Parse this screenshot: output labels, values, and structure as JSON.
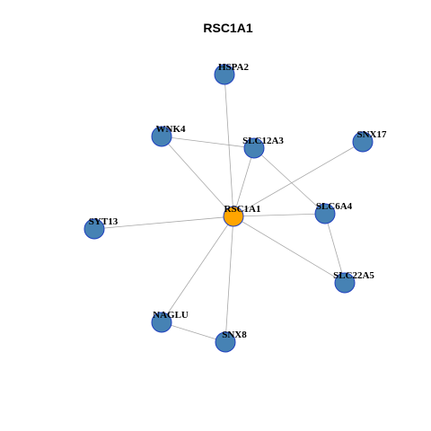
{
  "title": "RSC1A1",
  "colors": {
    "center_node": "#FFA500",
    "node": "#4682B4",
    "node_border": "#1F3FBF",
    "edge": "#A8A8A8"
  },
  "nodes": [
    {
      "id": "RSC1A1",
      "label": "RSC1A1",
      "type": "center"
    },
    {
      "id": "HSPA2",
      "label": "HSPA2",
      "type": "neighbor"
    },
    {
      "id": "WNK4",
      "label": "WNK4",
      "type": "neighbor"
    },
    {
      "id": "SLC12A3",
      "label": "SLC12A3",
      "type": "neighbor"
    },
    {
      "id": "SNX17",
      "label": "SNX17",
      "type": "neighbor"
    },
    {
      "id": "SLC6A4",
      "label": "SLC6A4",
      "type": "neighbor"
    },
    {
      "id": "SYT13",
      "label": "SYT13",
      "type": "neighbor"
    },
    {
      "id": "SLC22A5",
      "label": "SLC22A5",
      "type": "neighbor"
    },
    {
      "id": "NAGLU",
      "label": "NAGLU",
      "type": "neighbor"
    },
    {
      "id": "SNX8",
      "label": "SNX8",
      "type": "neighbor"
    }
  ],
  "edges": [
    [
      "RSC1A1",
      "HSPA2"
    ],
    [
      "RSC1A1",
      "WNK4"
    ],
    [
      "RSC1A1",
      "SLC12A3"
    ],
    [
      "RSC1A1",
      "SNX17"
    ],
    [
      "RSC1A1",
      "SLC6A4"
    ],
    [
      "RSC1A1",
      "SYT13"
    ],
    [
      "RSC1A1",
      "SLC22A5"
    ],
    [
      "RSC1A1",
      "NAGLU"
    ],
    [
      "RSC1A1",
      "SNX8"
    ],
    [
      "WNK4",
      "SLC12A3"
    ],
    [
      "SLC12A3",
      "SLC6A4"
    ],
    [
      "SLC6A4",
      "SLC22A5"
    ],
    [
      "NAGLU",
      "SNX8"
    ]
  ]
}
